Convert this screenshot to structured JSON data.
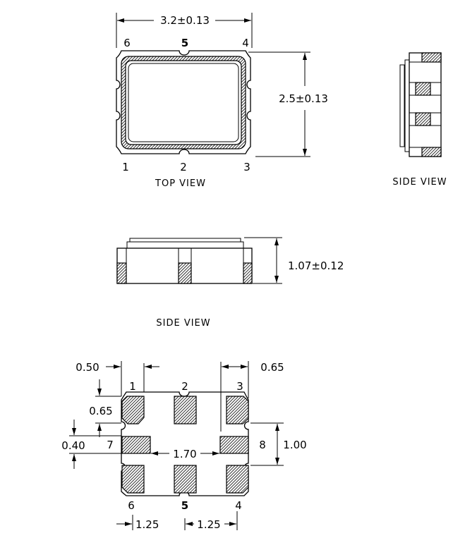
{
  "top_view": {
    "caption": "TOP VIEW",
    "width_dim": "3.2±0.13",
    "height_dim": "2.5±0.13",
    "pins_top": [
      "6",
      "5",
      "4"
    ],
    "pins_bottom": [
      "1",
      "2",
      "3"
    ]
  },
  "side_view_right": {
    "caption": "SIDE VIEW"
  },
  "side_view_front": {
    "caption": "SIDE VIEW",
    "height_dim": "1.07±0.12"
  },
  "footprint": {
    "pins_top": [
      "1",
      "2",
      "3"
    ],
    "pins_bottom": [
      "6",
      "5",
      "4"
    ],
    "pin_left": "7",
    "pin_right": "8",
    "dims": {
      "corner_pad_width": "0.50",
      "right_pad_width": "0.65",
      "pad_height": "0.65",
      "center_pad_height": "0.40",
      "center_pad_gap": "1.70",
      "center_pitch": "1.00",
      "pitch_left": "1.25",
      "pitch_right": "1.25"
    }
  },
  "colors": {
    "line": "#000000",
    "background": "#ffffff"
  }
}
